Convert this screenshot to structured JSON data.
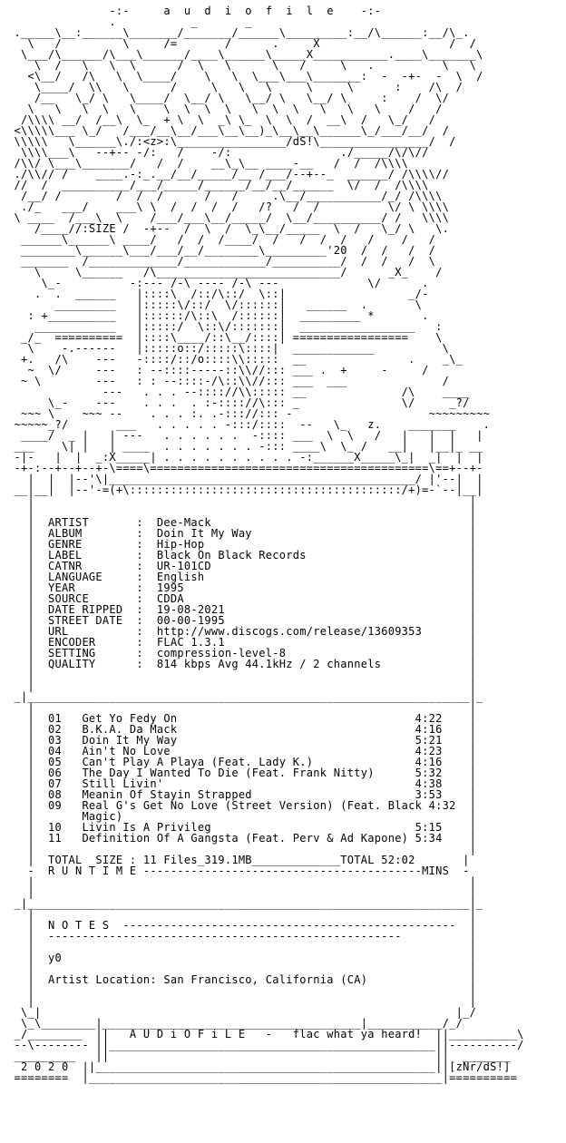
{
  "document": {
    "lines": [
      "               -:-     a  u  d  i  o  f  i  l  e    -:-",
      "               .           _       _",
      " ._____\\__:______\\_______/_______/______\\_________:__/\\______:__/\\_.",
      "   \\   /         \\     /=       /      .     X                   /  /",
      "  \\___/\\______/\\___\\______/____\\______\\_____X___________.____\\_______\\",
      "    \\  /   \\   \\  \\      /  \\   \\      \\   /     \\   .          \\   \\",
      "   <\\__/   /\\   \\  \\____/    \\   \\  \\___\\___\\_______:  -  -+-  -  \\  /",
      "    \\____/  \\\\   \\      /     \\   \\   \\     \\     \\      :    /\\  /",
      "    /__   \\_/ \\   \\____/  \\__/ \\   \\__/ \\   \\__/ \\     :    /  \\/",
      "   \\   \\   \\  \\   \\    \\  \\  \\  \\   \\  \\  \\   \\   \\   \\    /   /",
      "  /\\\\\\\\ __/  /__\\  \\_  + \\  \\  _\\ \\_  \\  \\  /  __\\  /   \\_/   /",
      " <\\\\\\\\\\___ \\_/   /___/__\\__/___\\__\\__)_\\__\\__\\______\\_/___/__/  /",
      " \\\\\\\\\\   \\______\\./:<z>:\\________________/dS!\\________________/  /",
      "  \\\\\\\\___\\   --+-- -/:   /    -/:                ./_____/\\/\\//",
      " /\\\\/ \\___\\_______/   /  /    __\\_\\__ ____-__   /  /  /\\\\\\\\",
      " ./\\\\// /    ____.-:_.__/__/_____/__ /___/--+--_  ______/ /\\\\\\\\//",
      " //  /  __________/___/_____/______/__/__/______  \\/  /  /\\\\\\\\",
      "  /__/ /        /  /  /      /   /     .\\__/___________/_/ /\\\\\\\\",
      "  ./_   ___/    ___\\ \\  /  /  /  /   /?   /  /          \\/ \\ \\\\\\\\",
      " \\ ____  /___\\  \\    /___/___\\__/_____/  \\__/__________/ /   \\\\\\\\",
      "    /____//:SIZE /  -+--  /  \\  /  \\_\\__/_____  \\  /   \\_/ \\   \\.",
      "  ______\\______\\ ____/   /  /  /____/  /   /  /  /   /    /   /",
      "  ________\\______\\___/___/__/________\\_________'20  /  /   /  /",
      "  _______  /_____________/____________/__________/  /  /   /  \\",
      "    \\     \\______   /\\___________________________/      _X_    /",
      "     \\_-          -:--- /-\\ ---- /-\\ ---             \\/      .",
      "    .  .  ______   |::::\\  /::/\\::/  \\::|                  _/-",
      "       _________   |:::::\\/::/  \\/::::::|   ______  .       \\",
      "   : +__________   |::::::/\\::\\  /::::::|  _________ *       .",
      "    ____________   |:::::/  \\::\\/:::::::|  _________________   :",
      "  _/_  ==========  |::::\\____/::\\__/::::| =================    \\",
      "   \\    -.------   |:::::o::/:::::\\::::|  ____________          \\",
      "  +.   /\\    ---   -::::/::/o::::\\\\:::::  __               .    _\\_",
      "   ~  \\/     ---   : --::::-----::\\\\//::: ___ .  +     -     /",
      "  ~ \\        ---   : : --::::-/\\::\\\\//::: ___  ___              /",
      "              ---   . . . --:::://\\\\::::: __              /\\    ____",
      "      \\_-    ---    . . .  . :-:::://\\::: _               \\/     _?/",
      "  ~~~ \\    ~~~ --    . . . :. .-::://::: -                    ~~~~~~~~~",
      " ~~~~~_?/       ___   . . . . . -:::/::::  --   \\_   z.    _______    .",
      "  ____/  _ |   | ---   . . . . . .  -:::: ___  \\  \\   /   |   |  |   |",
      " ___    \\| |   | ____  . . . . . . . -::: ____\\  \\_ /   __|   |__|_ __",
      " -|-   |  |  _:X_____| . . . . . . . . . . -:______X_____\\_|  _|  |  |",
      " -+-:--+--+--+-\\====\\=========================================\\==+--+-",
      "   |  |  |--'\\|_____________________________________________/ |'--|  |",
      " __|__|  |--'-=(+\\::::::::::::::::::::::::::::::::::::::::/+)=-`--|__|",
      "   |                                                                |",
      "   |                                                                |",
      "   |  ARTIST       :  Dee-Mack                                      |",
      "   |  ALBUM        :  Doin It My Way                                |",
      "   |  GENRE        :  Hip-Hop                                       |",
      "   |  LABEL        :  Black On Black Records                        |",
      "   |  CATNR        :  UR-101CD                                      |",
      "   |  LANGUAGE     :  English                                       |",
      "   |  YEAR         :  1995                                          |",
      "   |  SOURCE       :  CDDA                                          |",
      "   |  DATE RIPPED  :  19-08-2021                                    |",
      "   |  STREET DATE  :  00-00-1995                                    |",
      "   |  URL          :  http://www.discogs.com/release/13609353       |",
      "   |  ENCODER      :  FLAC 1.3.1                                    |",
      "   |  SETTING      :  compression-level-8                           |",
      "   |  QUALITY      :  814 kbps Avg 44.1kHz / 2 channels             |",
      "   |                                                                |",
      "   |                                                                |",
      " _|_________________________________________________________________|_",
      "   |                                                                |",
      "   |  01   Get Yo Fedy On                                   4:22    |",
      "   |  02   B.K.A. Da Mack                                   4:16    |",
      "   |  03   Doin It My Way                                   5:21    |",
      "   |  04   Ain't No Love                                    4:23    |",
      "   |  05   Can't Play A Playa (Feat. Lady K.)               4:16    |",
      "   |  06   The Day I Wanted To Die (Feat. Frank Nitty)      5:32    |",
      "   |  07   Still Livin'                                     4:38    |",
      "   |  08   Meanin Of Stayin Strapped                        3:53    |",
      "   |  09   Real G's Get No Love (Street Version) (Feat. Black 4:32  |",
      "   |       Magic)                                                   |",
      "   |  10   Livin Is A Privileg                              5:15    |",
      "   |  11   Definition Of A Gangsta (Feat. Perv & Ad Kapone) 5:34    |",
      "   |                                                                |",
      "   |  TOTAL  SIZE : 11 Files_319.1MB_____________TOTAL 52:02       |",
      "   -  R U N T I M E -----------------------------------------MINS  -",
      "   |                                                                |",
      "   |                                                                |",
      " _|_________________________________________________________________|_",
      "   |                                                                |",
      "   |  N O T E S  -------------------------------------------------  |",
      "   |  ----------------------------------------------------          |",
      "   |                                                                |",
      "   |  y0                                                            |",
      "   |                                                                |",
      "   |  Artist Location: San Francisco, California (CA)               |",
      "   |                                                                |",
      "   |                                                                |",
      "  \\_|                                                             |_/",
      "  \\_\\________|______________________________________|___________/_/",
      " _/________  ||   A U D i O F i L E   -   flac what ya heard!  ||__________\\",
      " --\\-------- ||________________________________________________||----------/",
      " _________   ||                                                ||  _______",
      "  2 0 2 0  ||__________________________________________________||[zNr/dS!]",
      " ========  |____________________________________________________|=========="
    ]
  }
}
